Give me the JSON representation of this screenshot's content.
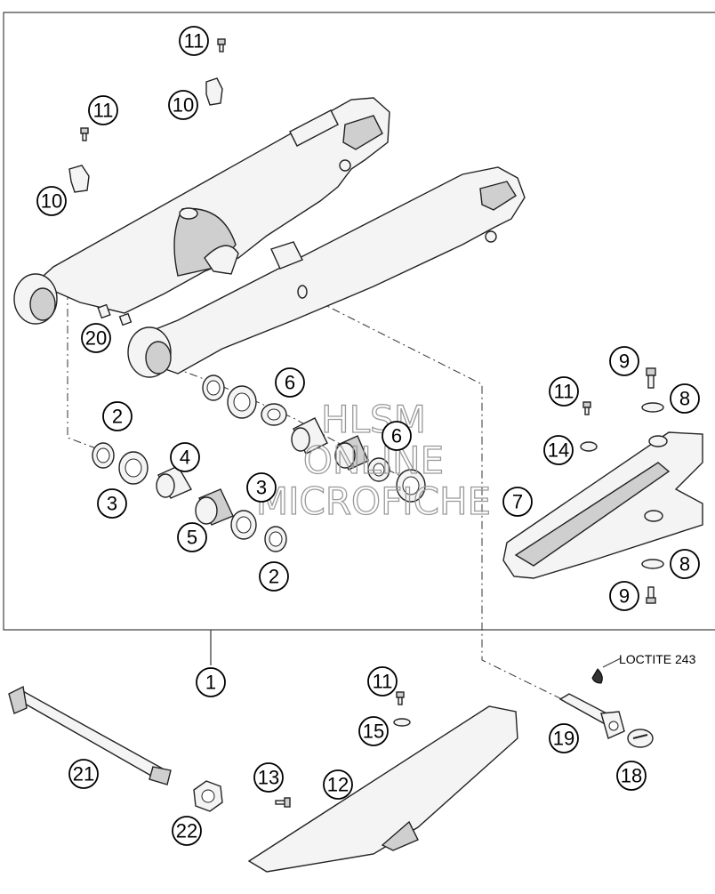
{
  "callouts": [
    {
      "label": "1"
    },
    {
      "label": "2"
    },
    {
      "label": "2"
    },
    {
      "label": "3"
    },
    {
      "label": "3"
    },
    {
      "label": "4"
    },
    {
      "label": "5"
    },
    {
      "label": "6"
    },
    {
      "label": "6"
    },
    {
      "label": "7"
    },
    {
      "label": "8"
    },
    {
      "label": "8"
    },
    {
      "label": "9"
    },
    {
      "label": "9"
    },
    {
      "label": "10"
    },
    {
      "label": "10"
    },
    {
      "label": "11"
    },
    {
      "label": "11"
    },
    {
      "label": "11"
    },
    {
      "label": "11"
    },
    {
      "label": "12"
    },
    {
      "label": "13"
    },
    {
      "label": "14"
    },
    {
      "label": "15"
    },
    {
      "label": "18"
    },
    {
      "label": "19"
    },
    {
      "label": "20"
    },
    {
      "label": "21"
    },
    {
      "label": "22"
    }
  ],
  "annotation": {
    "loctite": "LOCTITE 243"
  },
  "watermark": {
    "line1": "HLSM",
    "line2": "ONLINE",
    "line3": "MICROFICHE"
  }
}
